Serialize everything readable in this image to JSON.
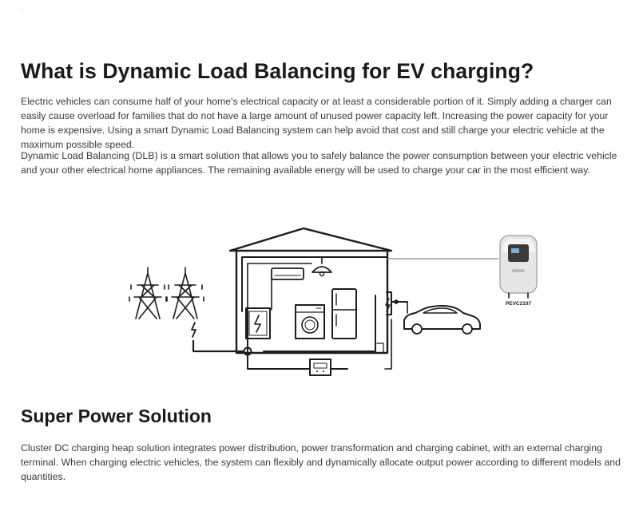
{
  "header": {
    "title": "What is Dynamic Load Balancing for EV charging?"
  },
  "intro": {
    "paragraph1": "Electric vehicles can consume half of your home's electrical capacity or at least a considerable portion of it. Simply adding a charger can easily cause overload for families that do not have a large amount of unused power capacity left. Increasing the power capacity for your home is expensive. Using a smart Dynamic Load Balancing system can help avoid that cost and still charge your electric vehicle at the maximum possible speed.",
    "paragraph2": "Dynamic Load Balancing (DLB) is a smart solution that allows you to safely balance the power consumption between your electric vehicle and your other electrical home appliances. The remaining available energy will be used to charge your car in the most efficient way."
  },
  "diagram": {
    "charger_model_label": "PEVC2107",
    "icons": [
      "power-tower-icon",
      "lightning-icon",
      "house-icon",
      "air-conditioner-icon",
      "ceiling-lamp-icon",
      "fridge-icon",
      "washing-machine-icon",
      "distribution-box-icon",
      "energy-meter-icon",
      "car-icon",
      "wallbox-charger-icon"
    ],
    "colors": {
      "line": "#1c1c1c",
      "background": "#ffffff",
      "charger_body": "#e6e6e6",
      "charger_screen": "#3a3a3a"
    }
  },
  "section2": {
    "heading": "Super Power Solution",
    "paragraph": "Cluster DC charging heap solution integrates power distribution, power transformation and charging cabinet, with an external charging terminal. When charging electric vehicles, the system can flexibly and dynamically allocate output power according to different models and quantities."
  }
}
